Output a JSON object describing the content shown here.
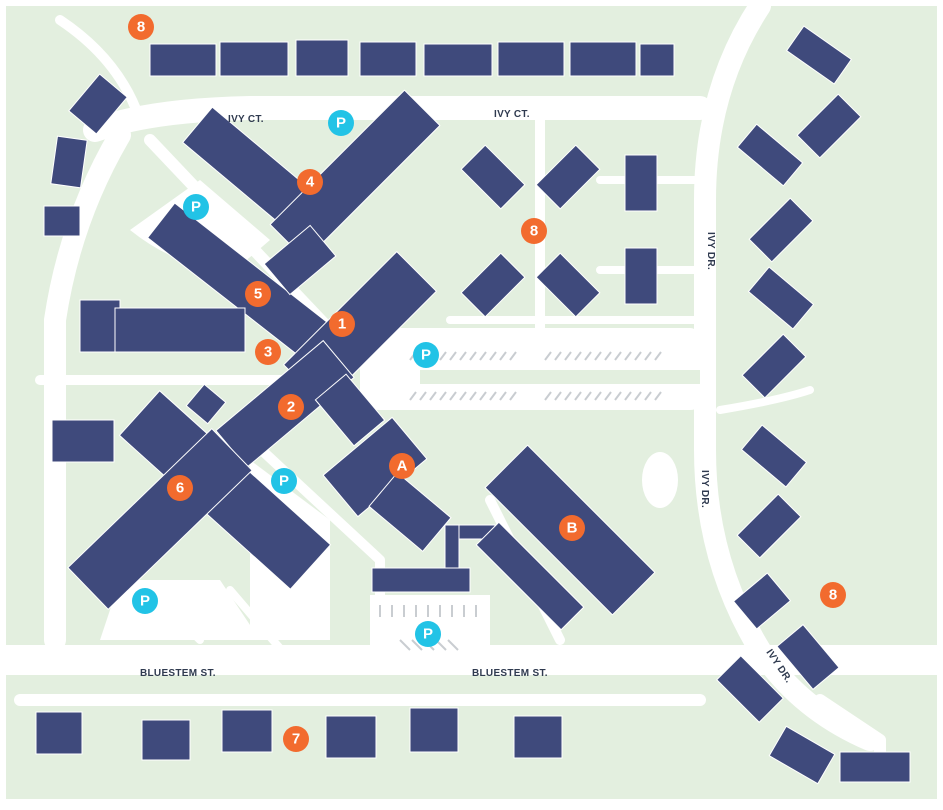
{
  "colors": {
    "background": "#ffffff",
    "grass": "#e3efdf",
    "road": "#ffffff",
    "building": "#3f4a7c",
    "marker_building": "#f26b2e",
    "marker_parking": "#22c3e6",
    "street_label": "#2f3a4f"
  },
  "streets": {
    "ivy_ct_1": "IVY CT.",
    "ivy_ct_2": "IVY CT.",
    "ivy_dr_1": "IVY DR.",
    "ivy_dr_2": "IVY DR.",
    "ivy_dr_3": "IVY DR.",
    "bluestem_1": "BLUESTEM ST.",
    "bluestem_2": "BLUESTEM ST."
  },
  "markers": {
    "m1": "1",
    "m2": "2",
    "m3": "3",
    "m4": "4",
    "m5": "5",
    "m6": "6",
    "m7": "7",
    "m8a": "8",
    "m8b": "8",
    "m8c": "8",
    "mA": "A",
    "mB": "B",
    "p1": "P",
    "p2": "P",
    "p3": "P",
    "p4": "P",
    "p5": "P",
    "p6": "P"
  }
}
